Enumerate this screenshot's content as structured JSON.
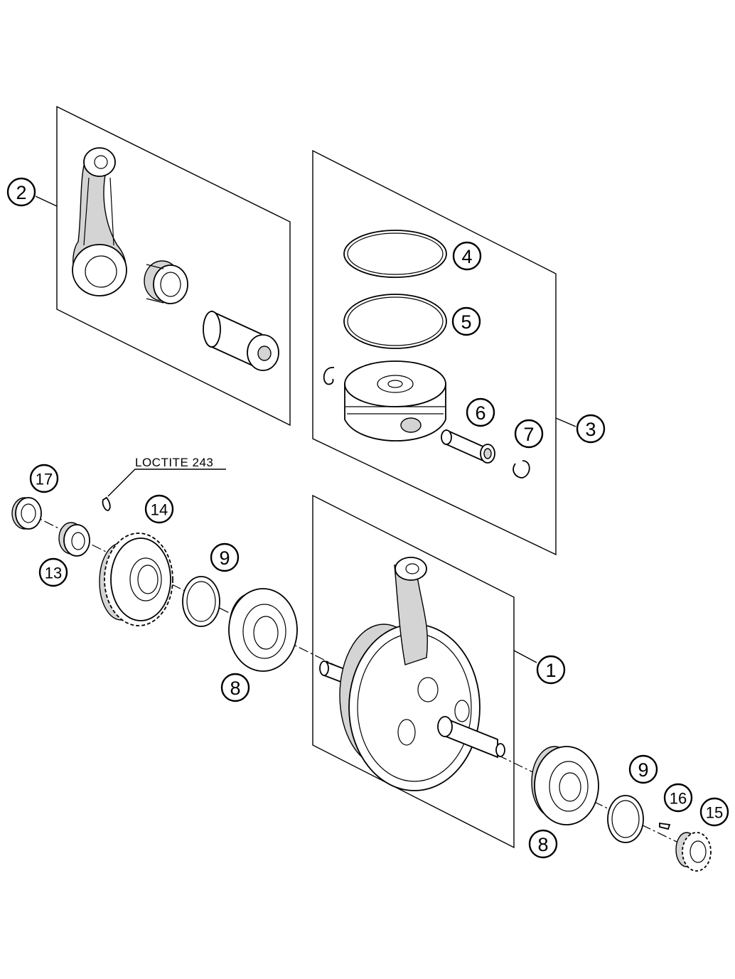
{
  "callouts": {
    "c1": "1",
    "c2": "2",
    "c3": "3",
    "c4": "4",
    "c5": "5",
    "c6": "6",
    "c7": "7",
    "c8a": "8",
    "c8b": "8",
    "c9a": "9",
    "c9b": "9",
    "c13": "13",
    "c14": "14",
    "c15": "15",
    "c16": "16",
    "c17": "17"
  },
  "notes": {
    "loctite": "LOCTITE 243"
  },
  "colors": {
    "line": "#000000",
    "fill": "#ffffff",
    "shade": "#d4d4d4"
  }
}
